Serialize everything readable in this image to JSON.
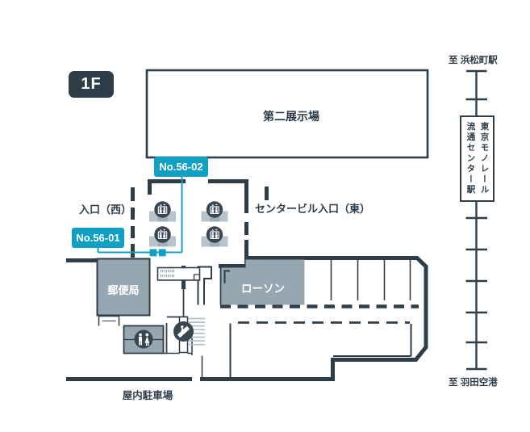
{
  "floor": {
    "badge": "1F"
  },
  "map": {
    "exhibition_hall": "第二展示場",
    "entrance_west": "入口（西）",
    "entrance_east": "センタービル入口（東）",
    "post_office": "郵便局",
    "convenience_store": "ローソン",
    "indoor_parking": "屋内駐車場",
    "booths": {
      "b5602": "No.56-02",
      "b5601": "No.56-01"
    }
  },
  "railway": {
    "to_north": "至 浜松町駅",
    "to_south": "至 羽田空港",
    "station_name_line1": "東京モノレール",
    "station_name_line2": "流通センター駅"
  },
  "colors": {
    "accent": "#10a0c4",
    "wall": "#2e3d47",
    "block_fill": "#96a7b2",
    "elevator_pad": "#b9c3cb",
    "icon_circle": "#37464f"
  },
  "icons": {
    "elevator": "elevator-icon",
    "restroom": "restroom-icon",
    "escalator": "escalator-icon",
    "stairs": "stairs-icon"
  }
}
